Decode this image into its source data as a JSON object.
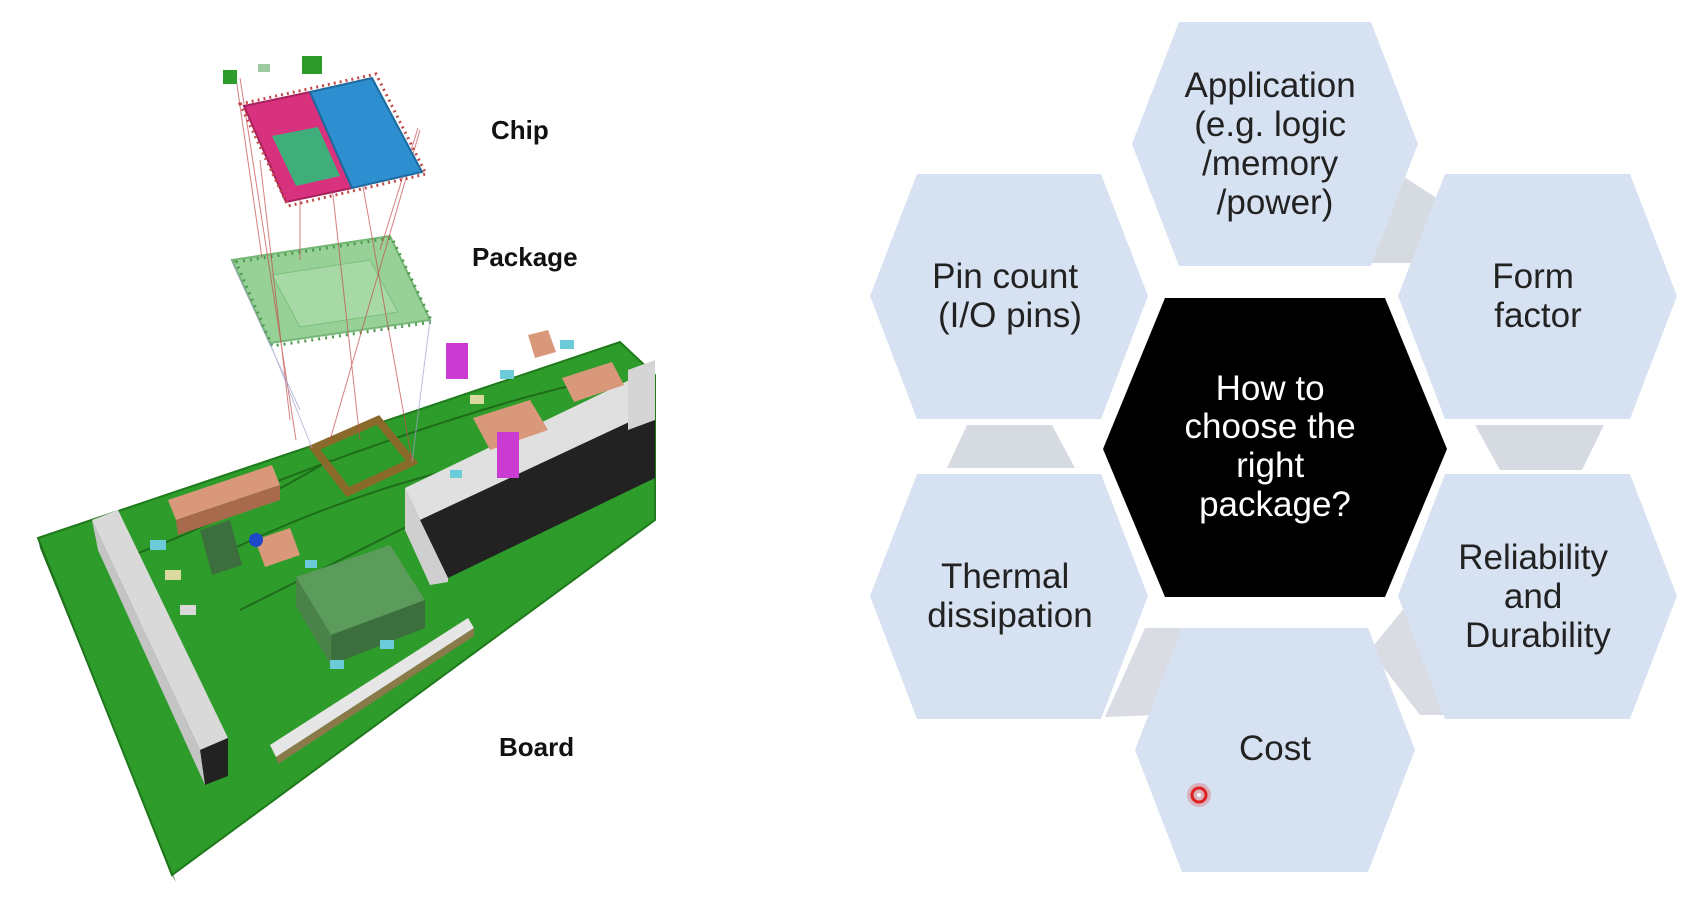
{
  "left_diagram": {
    "labels": {
      "chip": "Chip",
      "package": "Package",
      "board": "Board"
    }
  },
  "hex_diagram": {
    "center": {
      "lines": [
        "How to",
        "choose the",
        "right",
        "package?"
      ]
    },
    "items": {
      "application": {
        "lines": [
          "Application",
          "(e.g. logic",
          "/memory",
          "/power)"
        ]
      },
      "pin_count": {
        "lines": [
          "Pin count",
          "(I/O pins)"
        ]
      },
      "form_factor": {
        "lines": [
          "Form",
          "factor"
        ]
      },
      "thermal": {
        "lines": [
          "Thermal",
          "dissipation"
        ]
      },
      "reliability": {
        "lines": [
          "Reliability",
          "and",
          "Durability"
        ]
      },
      "cost": {
        "lines": [
          "Cost"
        ]
      }
    }
  },
  "colors": {
    "hex_fill": "#d6e2f1",
    "center_fill": "#000000",
    "connector": "#cfd3dc",
    "board_green": "#2e9c2a",
    "chip_magenta": "#d8327e",
    "chip_blue": "#2d8fd0",
    "package_green": "#8fce8f",
    "pointer_red": "#e02020"
  }
}
